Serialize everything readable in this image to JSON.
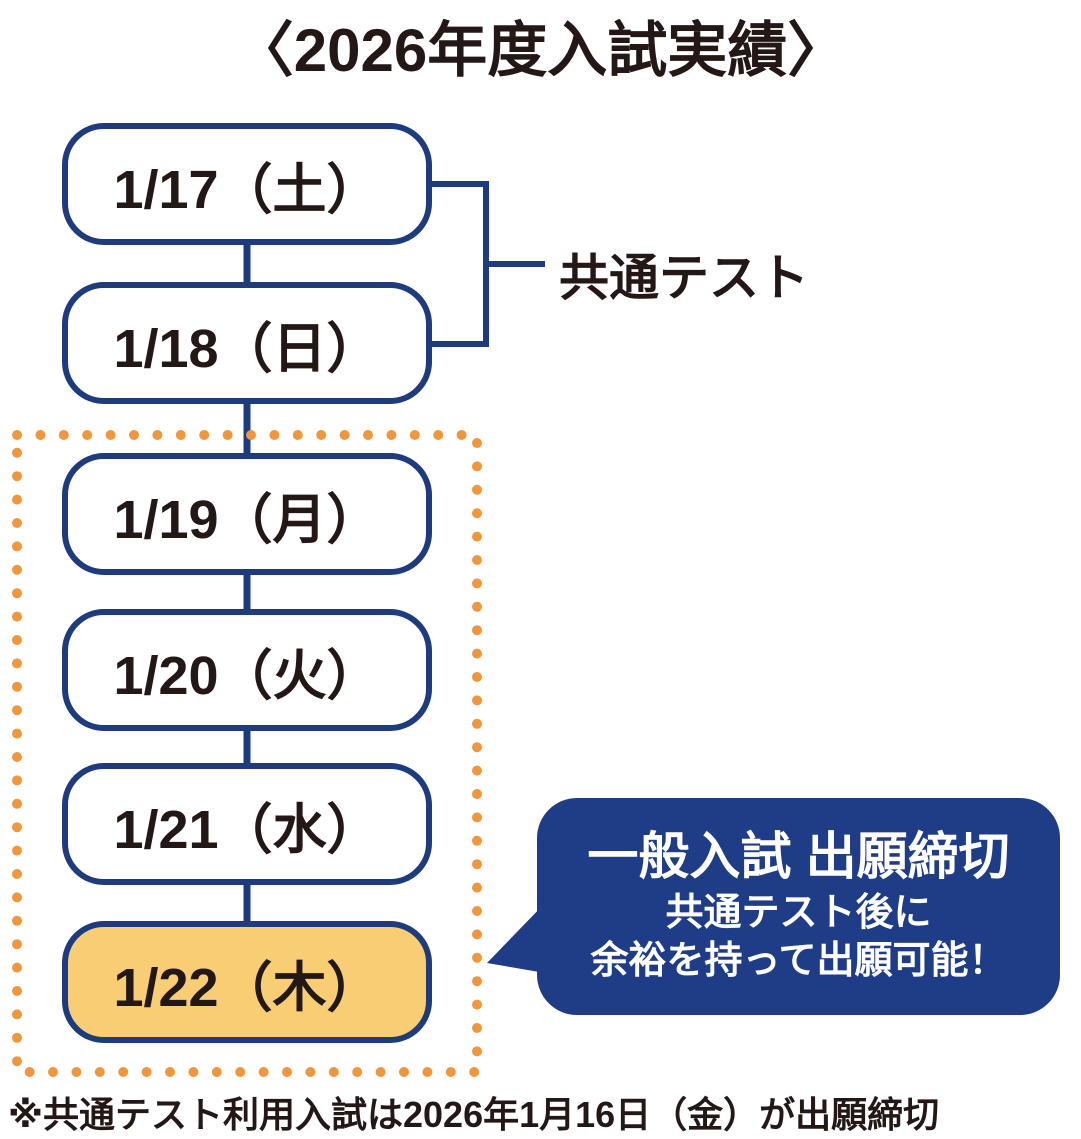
{
  "title": "〈2026年度入試実績〉",
  "timeline": {
    "boxes": [
      {
        "label": "1/17（土）",
        "highlighted": false
      },
      {
        "label": "1/18（日）",
        "highlighted": false
      },
      {
        "label": "1/19（月）",
        "highlighted": false
      },
      {
        "label": "1/20（火）",
        "highlighted": false
      },
      {
        "label": "1/21（水）",
        "highlighted": false
      },
      {
        "label": "1/22（木）",
        "highlighted": true
      }
    ],
    "bracket_label": "共通テスト"
  },
  "callout": {
    "title": "一般入試 出願締切",
    "line2": "共通テスト後に",
    "line3": "余裕を持って出願可能！"
  },
  "footnote": "※共通テスト利用入試は2026年1月16日（金）が出願締切",
  "colors": {
    "navy_border": "#1e3b7d",
    "navy_bubble": "#1f3c86",
    "highlight_yellow": "#f8cd73",
    "dot_orange": "#f0963c",
    "text_dark": "#231815"
  }
}
